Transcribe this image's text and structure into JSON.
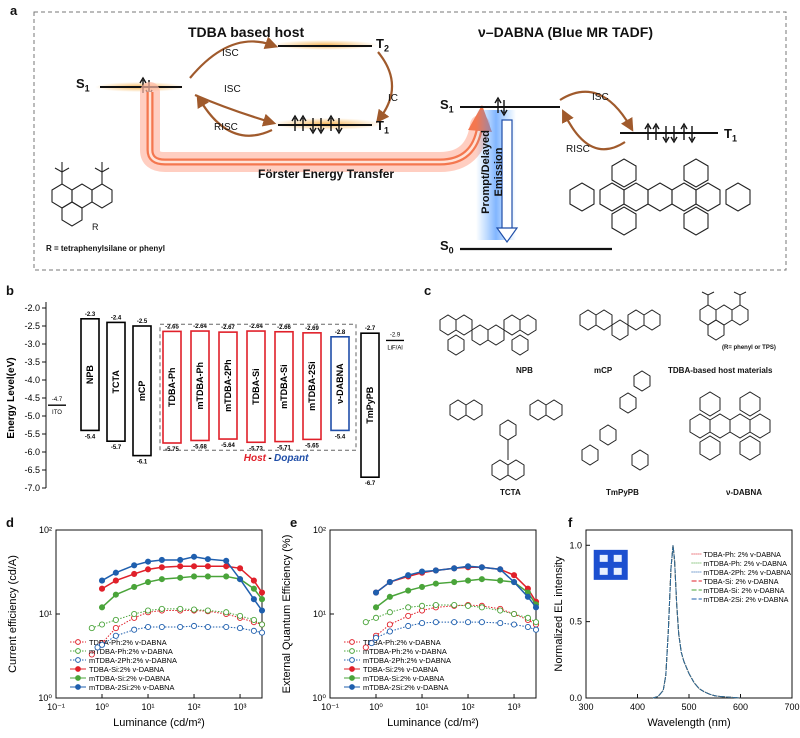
{
  "panel_a": {
    "letter": "a",
    "host_title": "TDBA based host",
    "dopant_title": "ν–DABNA (Blue MR TADF)",
    "host_levels": {
      "s1": "S",
      "s1_sub": "1",
      "t2": "T",
      "t2_sub": "2",
      "t1": "T",
      "t1_sub": "1"
    },
    "host_arrows": {
      "isc_top": "ISC",
      "isc_mid": "ISC",
      "ic": "IC",
      "risc": "RISC"
    },
    "fret": "Förster Energy Transfer",
    "dopant_levels": {
      "s1": "S",
      "s1_sub": "1",
      "t1": "T",
      "t1_sub": "1",
      "s0": "S",
      "s0_sub": "0"
    },
    "dopant_arrows": {
      "isc": "ISC",
      "risc": "RISC"
    },
    "emission": [
      "Prompt/Delayed",
      "Emission"
    ],
    "r_label": "R",
    "r_note": "R = tetraphenylsilane or phenyl"
  },
  "panel_b": {
    "letter": "b",
    "ylabel": "Energy Level(eV)",
    "ticks": [
      "-2.0",
      "-2.5",
      "-3.0",
      "-3.5",
      "-4.0",
      "-4.5",
      "-5.0",
      "-5.5",
      "-6.0",
      "-6.5",
      "-7.0"
    ],
    "layers": [
      {
        "name": "ITO",
        "lumo": null,
        "homo": -4.7,
        "homo_label": "-4.7",
        "lumo_label": "",
        "color": "#000000"
      },
      {
        "name": "NPB",
        "lumo": -2.3,
        "homo": -5.4,
        "lumo_label": "-2.3",
        "homo_label": "-5.4",
        "color": "#000000"
      },
      {
        "name": "TCTA",
        "lumo": -2.4,
        "homo": -5.7,
        "lumo_label": "-2.4",
        "homo_label": "-5.7",
        "color": "#000000"
      },
      {
        "name": "mCP",
        "lumo": -2.5,
        "homo": -6.1,
        "lumo_label": "-2.5",
        "homo_label": "-6.1",
        "color": "#000000"
      },
      {
        "name": "TDBA-Ph",
        "lumo": -2.65,
        "homo": -5.75,
        "lumo_label": "-2.65",
        "homo_label": "-5.75",
        "color": "#e0202a"
      },
      {
        "name": "mTDBA-Ph",
        "lumo": -2.64,
        "homo": -5.68,
        "lumo_label": "-2.64",
        "homo_label": "-5.68",
        "color": "#e0202a"
      },
      {
        "name": "mTDBA-2Ph",
        "lumo": -2.67,
        "homo": -5.64,
        "lumo_label": "-2.67",
        "homo_label": "-5.64",
        "color": "#e0202a"
      },
      {
        "name": "TDBA-Si",
        "lumo": -2.64,
        "homo": -5.73,
        "lumo_label": "-2.64",
        "homo_label": "-5.73",
        "color": "#e0202a"
      },
      {
        "name": "mTDBA-Si",
        "lumo": -2.66,
        "homo": -5.71,
        "lumo_label": "-2.66",
        "homo_label": "-5.71",
        "color": "#e0202a"
      },
      {
        "name": "mTDBA-2Si",
        "lumo": -2.69,
        "homo": -5.65,
        "lumo_label": "-2.69",
        "homo_label": "-5.65",
        "color": "#e0202a"
      },
      {
        "name": "ν-DABNA",
        "lumo": -2.8,
        "homo": -5.4,
        "lumo_label": "-2.8",
        "homo_label": "-5.4",
        "color": "#1f4ea8"
      },
      {
        "name": "TmPyPB",
        "lumo": -2.7,
        "homo": -6.7,
        "lumo_label": "-2.7",
        "homo_label": "-6.7",
        "color": "#000000"
      },
      {
        "name": "LiF/Al",
        "lumo": null,
        "homo": -2.9,
        "homo_label": "-2.9",
        "lumo_label": "",
        "color": "#000000"
      }
    ],
    "host_label": "Host",
    "dash": "-",
    "dopant_label": "Dopant",
    "host_color": "#e0202a",
    "dopant_color": "#1f4ea8"
  },
  "panel_c": {
    "letter": "c",
    "labels": [
      "NPB",
      "mCP",
      "TDBA-based host materials",
      "TCTA",
      "TmPyPB",
      "ν-DABNA"
    ],
    "r_note": "(R= phenyl or TPS)"
  },
  "panel_d": {
    "letter": "d",
    "ylabel": "Current efficiency (cd/A)",
    "xlabel": "Luminance (cd/m²)",
    "xticks": [
      "10⁻¹",
      "10⁰",
      "10¹",
      "10²",
      "10³"
    ],
    "yticks": [
      "10⁰",
      "10¹",
      "10²"
    ]
  },
  "panel_e": {
    "letter": "e",
    "ylabel": "External Quantum Efficiency (%)",
    "xlabel": "Luminance (cd/m²)",
    "xticks": [
      "10⁻¹",
      "10⁰",
      "10¹",
      "10²",
      "10³"
    ],
    "yticks": [
      "10⁰",
      "10¹",
      "10²"
    ]
  },
  "panel_f": {
    "letter": "f",
    "ylabel": "Normalized EL intensity",
    "xlabel": "Wavelength (nm)",
    "xticks": [
      "300",
      "400",
      "500",
      "600",
      "700"
    ],
    "yticks": [
      "0.0",
      "0.5",
      "1.0"
    ]
  },
  "chart_data": [
    {
      "type": "line",
      "panel": "d",
      "xlabel": "Luminance (cd/m²)",
      "ylabel": "Current efficiency (cd/A)",
      "xscale": "log",
      "yscale": "log",
      "xlim": [
        0.1,
        3000
      ],
      "ylim": [
        1,
        100
      ],
      "legend": "bottom-left",
      "series": [
        {
          "name": "TDBA-Ph:2% v-DABNA",
          "color": "#e0202a",
          "filled": false,
          "dotted": true,
          "x": [
            0.6,
            1,
            2,
            5,
            10,
            20,
            50,
            100,
            200,
            500,
            1000,
            2000,
            3000
          ],
          "y": [
            3.3,
            4.5,
            6.8,
            9,
            10.5,
            11,
            11,
            11,
            10.8,
            10,
            9,
            8,
            7.5
          ]
        },
        {
          "name": "mTDBA-Ph:2% v-DABNA",
          "color": "#4aa43a",
          "filled": false,
          "dotted": true,
          "x": [
            0.6,
            1,
            2,
            5,
            10,
            20,
            50,
            100,
            200,
            500,
            1000,
            2000,
            3000
          ],
          "y": [
            6.8,
            7.5,
            8.5,
            10,
            11,
            11.5,
            11.5,
            11.3,
            11,
            10.5,
            9.5,
            8.5,
            7.5
          ]
        },
        {
          "name": "mTDBA-2Ph:2% v-DABNA",
          "color": "#1f5fae",
          "filled": false,
          "dotted": true,
          "x": [
            0.8,
            1,
            2,
            5,
            10,
            20,
            50,
            100,
            200,
            500,
            1000,
            2000,
            3000
          ],
          "y": [
            4,
            4.3,
            5.5,
            6.5,
            7,
            7,
            7,
            7.2,
            7,
            7,
            6.8,
            6.3,
            6
          ]
        },
        {
          "name": "TDBA-Si:2% v-DABNA",
          "color": "#e0202a",
          "filled": true,
          "dotted": false,
          "x": [
            1,
            2,
            5,
            10,
            20,
            50,
            100,
            200,
            500,
            1000,
            2000,
            3000
          ],
          "y": [
            20,
            25,
            30,
            34,
            36,
            37,
            37,
            37,
            37,
            35,
            25,
            18
          ]
        },
        {
          "name": "mTDBA-Si:2% v-DABNA",
          "color": "#4aa43a",
          "filled": true,
          "dotted": false,
          "x": [
            1,
            2,
            5,
            10,
            20,
            50,
            100,
            200,
            500,
            1000,
            2000,
            3000
          ],
          "y": [
            12,
            17,
            21,
            24,
            26,
            27,
            28,
            28,
            28,
            26,
            20,
            15
          ]
        },
        {
          "name": "mTDBA-2Si:2% v-DABNA",
          "color": "#1f5fae",
          "filled": true,
          "dotted": false,
          "x": [
            1,
            2,
            5,
            10,
            20,
            50,
            100,
            200,
            500,
            1000,
            2000,
            3000
          ],
          "y": [
            25,
            31,
            38,
            42,
            44,
            44,
            48,
            45,
            43,
            26,
            15,
            11
          ]
        }
      ]
    },
    {
      "type": "line",
      "panel": "e",
      "xlabel": "Luminance (cd/m²)",
      "ylabel": "External Quantum Efficiency (%)",
      "xscale": "log",
      "yscale": "log",
      "xlim": [
        0.1,
        3000
      ],
      "ylim": [
        1,
        100
      ],
      "legend": "bottom-left",
      "series": [
        {
          "name": "TDBA-Ph:2% v-DABNA",
          "color": "#e0202a",
          "filled": false,
          "dotted": true,
          "x": [
            0.6,
            1,
            2,
            5,
            10,
            20,
            50,
            100,
            200,
            500,
            1000,
            2000,
            3000
          ],
          "y": [
            4,
            5.5,
            7.5,
            9.5,
            11,
            12,
            12.5,
            12.8,
            12.5,
            11.5,
            10,
            8.5,
            7.5
          ]
        },
        {
          "name": "mTDBA-Ph:2% v-DABNA",
          "color": "#4aa43a",
          "filled": false,
          "dotted": true,
          "x": [
            0.6,
            1,
            2,
            5,
            10,
            20,
            50,
            100,
            200,
            500,
            1000,
            2000,
            3000
          ],
          "y": [
            8,
            9,
            10.5,
            12,
            12.5,
            12.8,
            12.8,
            12.5,
            12,
            11,
            10,
            9,
            8
          ]
        },
        {
          "name": "mTDBA-2Ph:2% v-DABNA",
          "color": "#1f5fae",
          "filled": false,
          "dotted": true,
          "x": [
            0.8,
            1,
            2,
            5,
            10,
            20,
            50,
            100,
            200,
            500,
            1000,
            2000,
            3000
          ],
          "y": [
            4.5,
            5.2,
            6.2,
            7.2,
            7.8,
            8,
            8,
            8,
            8,
            7.8,
            7.5,
            7,
            6.5
          ]
        },
        {
          "name": "TDBA-Si:2% v-DABNA",
          "color": "#e0202a",
          "filled": true,
          "dotted": false,
          "x": [
            1,
            2,
            5,
            10,
            20,
            50,
            100,
            200,
            500,
            1000,
            2000,
            3000
          ],
          "y": [
            18,
            24,
            28,
            31,
            33,
            35,
            36,
            36,
            34,
            29,
            20,
            14
          ]
        },
        {
          "name": "mTDBA-Si:2% v-DABNA",
          "color": "#4aa43a",
          "filled": true,
          "dotted": false,
          "x": [
            1,
            2,
            5,
            10,
            20,
            50,
            100,
            200,
            500,
            1000,
            2000,
            3000
          ],
          "y": [
            12,
            16,
            19,
            21,
            23,
            24,
            25,
            26,
            25,
            24,
            18,
            13
          ]
        },
        {
          "name": "mTDBA-2Si:2% v-DABNA",
          "color": "#1f5fae",
          "filled": true,
          "dotted": false,
          "x": [
            1,
            2,
            5,
            10,
            20,
            50,
            100,
            200,
            500,
            1000,
            2000,
            3000
          ],
          "y": [
            18,
            24,
            29,
            32,
            33,
            35,
            37,
            36,
            34,
            24,
            16,
            12
          ]
        }
      ]
    },
    {
      "type": "line",
      "panel": "f",
      "xlabel": "Wavelength (nm)",
      "ylabel": "Normalized EL intensity",
      "xlim": [
        300,
        700
      ],
      "ylim": [
        0,
        1.1
      ],
      "legend": "top-right",
      "series": [
        {
          "name": "TDBA-Ph: 2% v-DABNA",
          "color": "#e0202a",
          "dash": "1,1"
        },
        {
          "name": "mTDBA-Ph: 2% v-DABNA",
          "color": "#4aa43a",
          "dash": "1,1"
        },
        {
          "name": "mTDBA-2Ph: 2% v-DABNA",
          "color": "#1f5fae",
          "dash": "1,1"
        },
        {
          "name": "TDBA-Si: 2% v-DABNA",
          "color": "#e0202a",
          "dash": "5,2"
        },
        {
          "name": "mTDBA-Si: 2% v-DABNA",
          "color": "#4aa43a",
          "dash": "5,2"
        },
        {
          "name": "mTDBA-2Si: 2% v-DABNA",
          "color": "#1f5fae",
          "dash": "5,2"
        }
      ],
      "spectrum": {
        "x": [
          430,
          440,
          450,
          455,
          460,
          465,
          469,
          472,
          476,
          480,
          485,
          490,
          495,
          500,
          510,
          520,
          530,
          540,
          550,
          560,
          580,
          600
        ],
        "y": [
          0,
          0.01,
          0.05,
          0.15,
          0.45,
          0.85,
          1.0,
          0.9,
          0.62,
          0.42,
          0.3,
          0.24,
          0.2,
          0.16,
          0.1,
          0.06,
          0.04,
          0.025,
          0.015,
          0.01,
          0.005,
          0
        ]
      }
    }
  ]
}
